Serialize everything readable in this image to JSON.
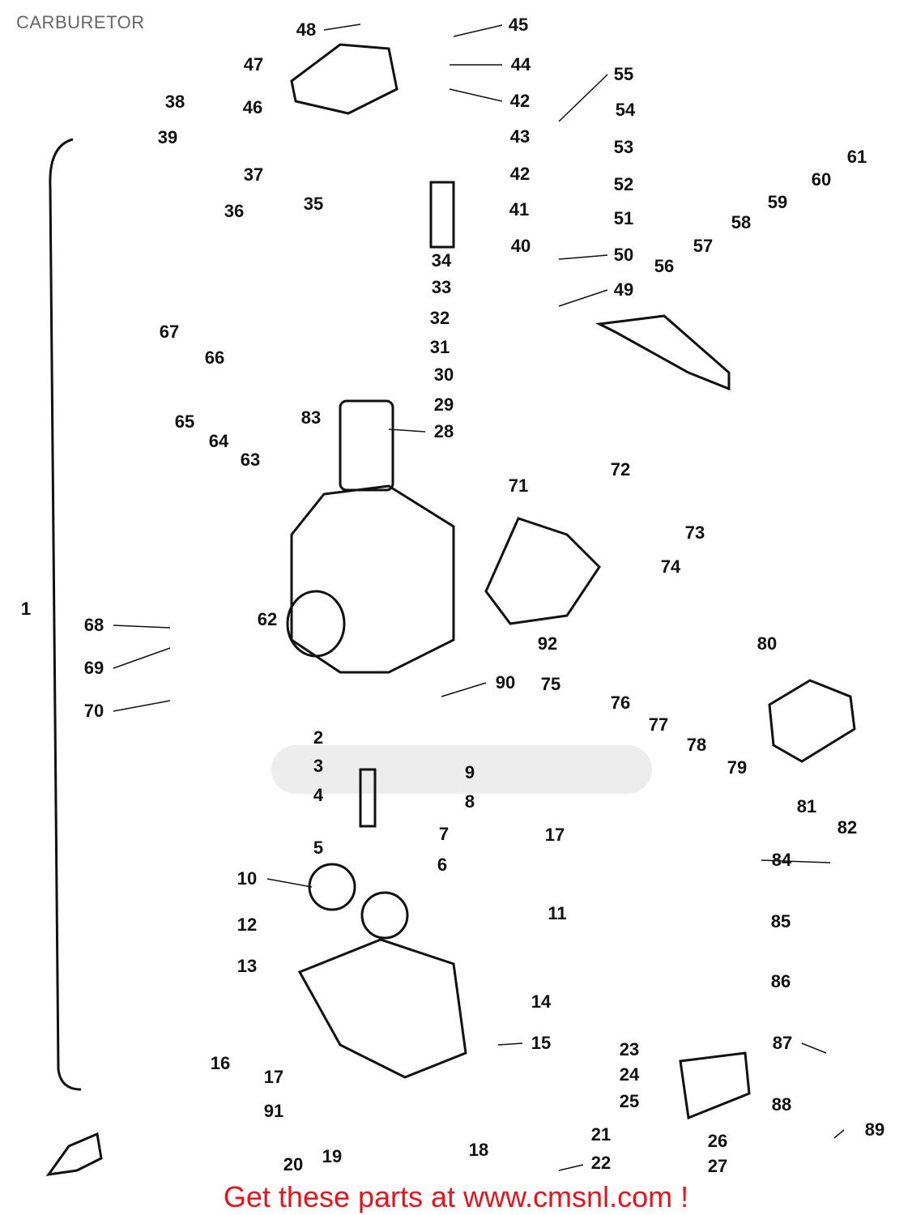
{
  "title": "CARBURETOR",
  "footer": "Get these parts at www.cmsnl.com !",
  "colors": {
    "footer": "#e8131b",
    "title": "#666666",
    "ink": "#111111"
  },
  "part_labels": [
    "48",
    "45",
    "44",
    "47",
    "42",
    "38",
    "46",
    "43",
    "39",
    "42",
    "37",
    "55",
    "54",
    "53",
    "52",
    "51",
    "50",
    "49",
    "61",
    "60",
    "59",
    "58",
    "57",
    "56",
    "36",
    "35",
    "41",
    "40",
    "34",
    "33",
    "32",
    "31",
    "30",
    "29",
    "28",
    "67",
    "66",
    "65",
    "64",
    "63",
    "83",
    "72",
    "71",
    "73",
    "74",
    "62",
    "68",
    "69",
    "70",
    "92",
    "80",
    "90",
    "75",
    "76",
    "77",
    "78",
    "79",
    "1",
    "2",
    "3",
    "9",
    "4",
    "8",
    "81",
    "82",
    "7",
    "17",
    "5",
    "6",
    "84",
    "10",
    "11",
    "85",
    "12",
    "13",
    "86",
    "14",
    "15",
    "23",
    "87",
    "16",
    "17",
    "24",
    "25",
    "88",
    "89",
    "91",
    "21",
    "26",
    "18",
    "19",
    "22",
    "27",
    "20"
  ]
}
